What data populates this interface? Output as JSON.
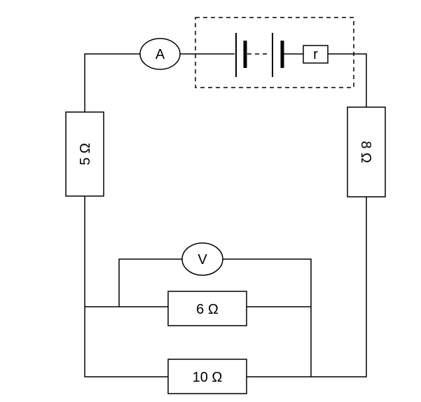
{
  "circuit": {
    "ammeter_label": "A",
    "voltmeter_label": "V",
    "internal_resistance_label": "r",
    "left_resistor_label": "5 Ω",
    "right_resistor_label": "8 Ω",
    "middle_resistor_label": "6 Ω",
    "bottom_resistor_label": "10 Ω"
  }
}
